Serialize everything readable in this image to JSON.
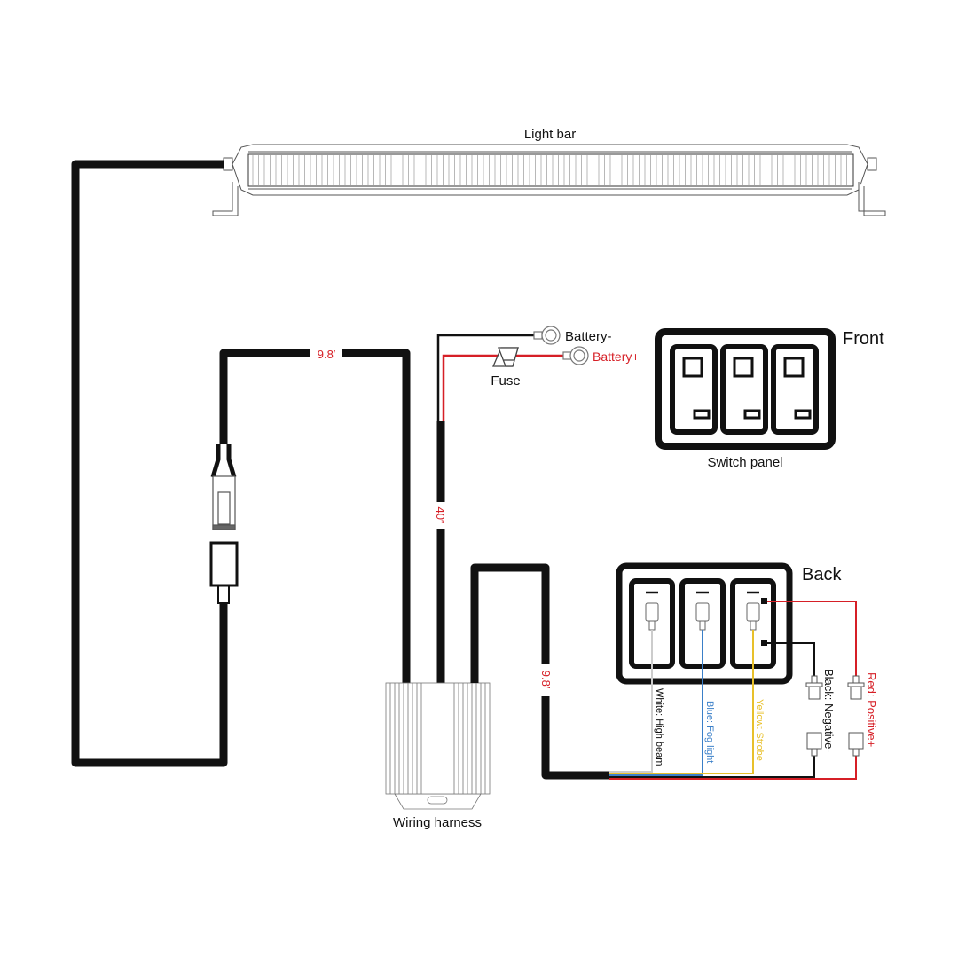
{
  "labels": {
    "light_bar": "Light bar",
    "wire_length_1": "9.8′",
    "wire_length_2": "40″",
    "wire_length_3": "9.8′",
    "battery_neg": "Battery-",
    "battery_pos": "Battery+",
    "fuse": "Fuse",
    "front": "Front",
    "switch_panel": "Switch panel",
    "back": "Back",
    "wiring_harness": "Wiring harness",
    "white_wire": "White: High beam",
    "blue_wire": "Blue: Fog light",
    "yellow_wire": "Yellow: Strobe",
    "black_wire": "Black: Negative-",
    "red_wire": "Red: Positive+"
  },
  "colors": {
    "cable": "#111111",
    "red": "#d61f26",
    "blue": "#3a7fc8",
    "yellow": "#e8c02a",
    "white_wire": "#cccccc",
    "outline": "#555555"
  }
}
